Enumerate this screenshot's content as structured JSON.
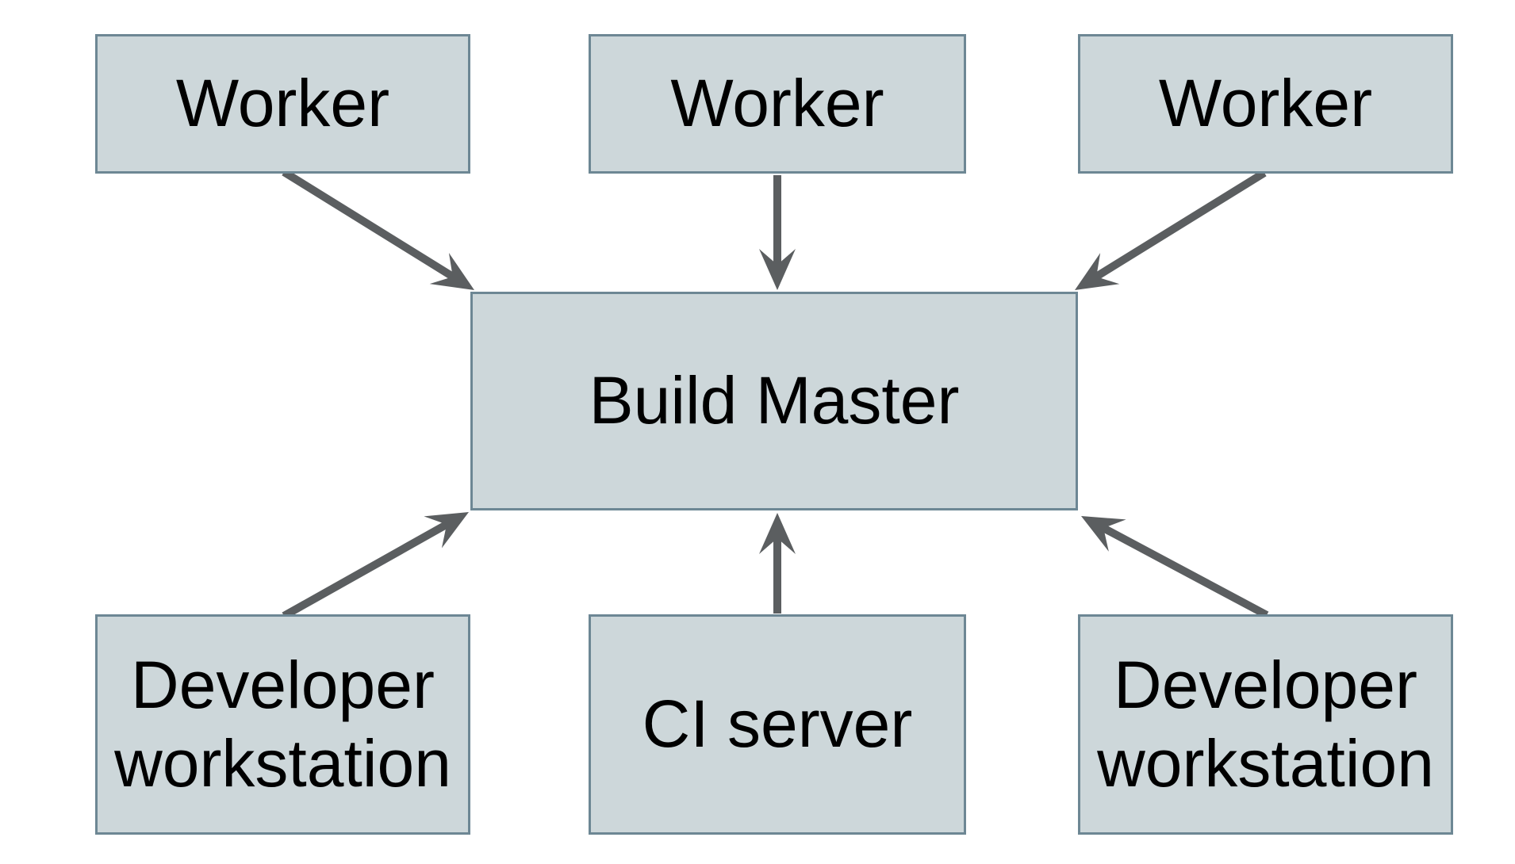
{
  "diagram": {
    "type": "architecture-diagram",
    "nodes": [
      {
        "id": "worker-1",
        "label": "Worker"
      },
      {
        "id": "worker-2",
        "label": "Worker"
      },
      {
        "id": "worker-3",
        "label": "Worker"
      },
      {
        "id": "build-master",
        "label": "Build Master"
      },
      {
        "id": "developer-workstation-left",
        "label": "Developer workstation"
      },
      {
        "id": "ci-server",
        "label": "CI server"
      },
      {
        "id": "developer-workstation-right",
        "label": "Developer workstation"
      }
    ],
    "edges": [
      {
        "from": "worker-1",
        "to": "build-master",
        "direction": "down-right"
      },
      {
        "from": "worker-2",
        "to": "build-master",
        "direction": "down"
      },
      {
        "from": "worker-3",
        "to": "build-master",
        "direction": "down-left"
      },
      {
        "from": "developer-workstation-left",
        "to": "build-master",
        "direction": "up-right"
      },
      {
        "from": "ci-server",
        "to": "build-master",
        "direction": "up"
      },
      {
        "from": "developer-workstation-right",
        "to": "build-master",
        "direction": "up-left"
      }
    ],
    "colors": {
      "background": "#ffffff",
      "node_fill": "#cdd7da",
      "node_border": "#6d8794",
      "arrow": "#5b5e60",
      "text": "#000000"
    }
  }
}
